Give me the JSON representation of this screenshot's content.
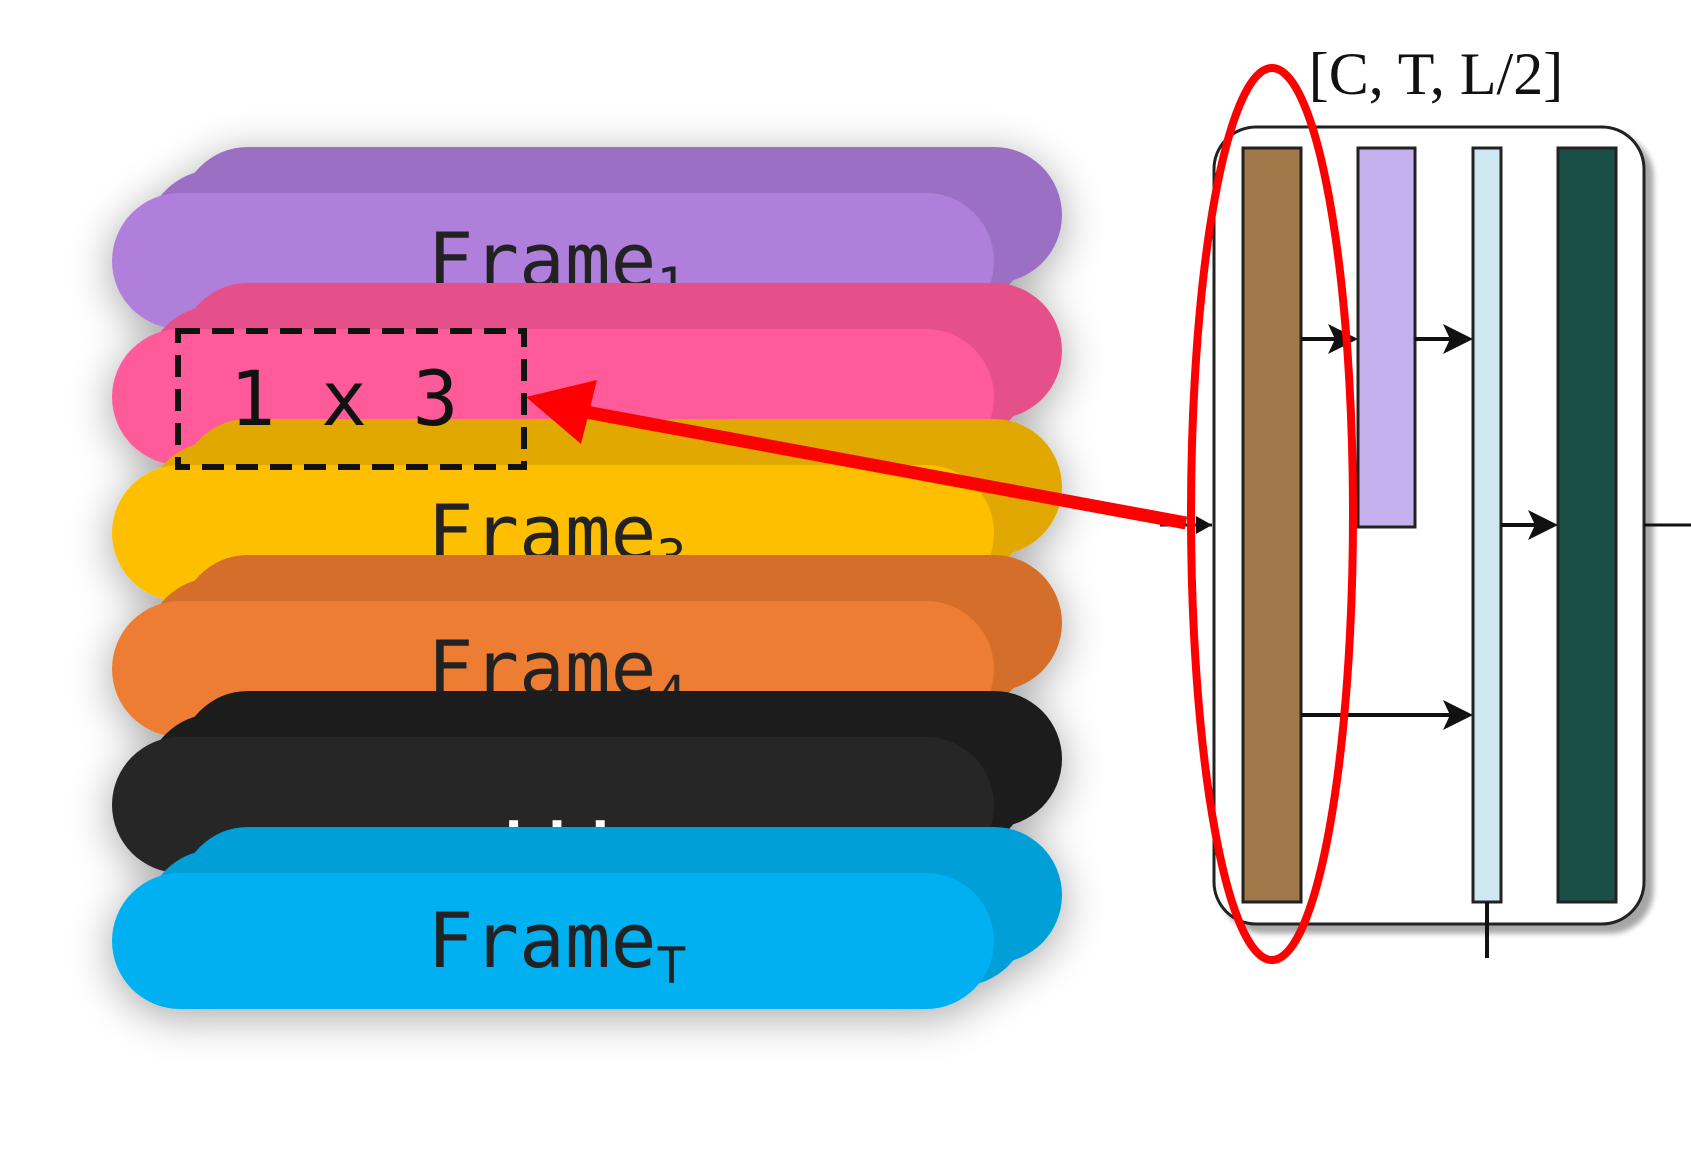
{
  "frames": [
    {
      "base": "Frame",
      "sub": "1",
      "color": "#b07fdb",
      "back_color": "#9b70c4"
    },
    {
      "base": "",
      "sub": "",
      "color": "#ff5a9a",
      "back_color": "#e5508a"
    },
    {
      "base": "Frame",
      "sub": "3",
      "color": "#fdbf00",
      "back_color": "#e0a800"
    },
    {
      "base": "Frame",
      "sub": "4",
      "color": "#ed7d31",
      "back_color": "#d46e2a"
    },
    {
      "base": "...",
      "sub": "",
      "color": "#262626",
      "back_color": "#1e1e1e"
    },
    {
      "base": "Frame",
      "sub": "T",
      "color": "#00b0f0",
      "back_color": "#009fd8"
    }
  ],
  "kernel": {
    "label": "1 x 3"
  },
  "block": {
    "shape_label": "[C, T, L/2]",
    "bar_colors": {
      "brown": "#a0784a",
      "lavender": "#c4b0ec",
      "light_blue": "#cde8f0",
      "dark_green": "#1a4f47"
    }
  },
  "highlight_color": "#ff0000"
}
